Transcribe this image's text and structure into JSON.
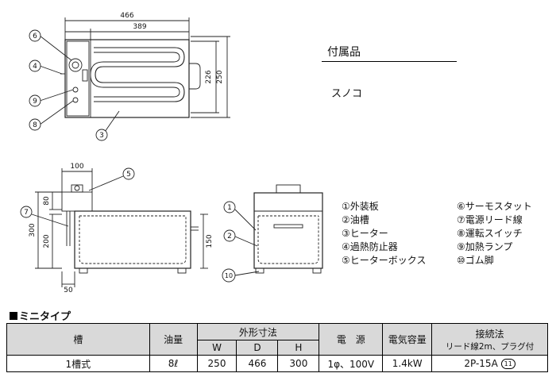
{
  "diagram": {
    "top_width_total": "466",
    "top_width_inner": "389",
    "top_depth_inner": "226",
    "top_depth_total": "250",
    "side_top_width": "100",
    "side_height_total": "300",
    "side_height_tank": "200",
    "side_height_box": "80",
    "side_base": "50",
    "front_height": "150",
    "callouts": [
      "1",
      "2",
      "3",
      "4",
      "5",
      "6",
      "7",
      "8",
      "9",
      "10"
    ]
  },
  "accessories": {
    "title": "付属品",
    "item": "スノコ"
  },
  "parts": [
    "①外装板",
    "②油槽",
    "③ヒーター",
    "④過熱防止器",
    "⑤ヒーターボックス",
    "⑥サーモスタット",
    "⑦電源リード線",
    "⑧運転スイッチ",
    "⑨加熱ランプ",
    "⑩ゴム脚"
  ],
  "section_title": "ミニタイプ",
  "spec": {
    "h_tank": "槽",
    "h_oil": "油量",
    "h_dims": "外形寸法",
    "h_w": "W",
    "h_d": "D",
    "h_h": "H",
    "h_power": "電　源",
    "h_capacity": "電気容量",
    "h_conn": "接続法",
    "h_conn_sub": "リード線2m、プラグ付",
    "row": {
      "tank": "1槽式",
      "oil": "8ℓ",
      "w": "250",
      "d": "466",
      "h": "300",
      "power": "1φ、100V",
      "capacity": "1.4kW",
      "conn": "2P-15A",
      "conn_badge": "11"
    }
  }
}
